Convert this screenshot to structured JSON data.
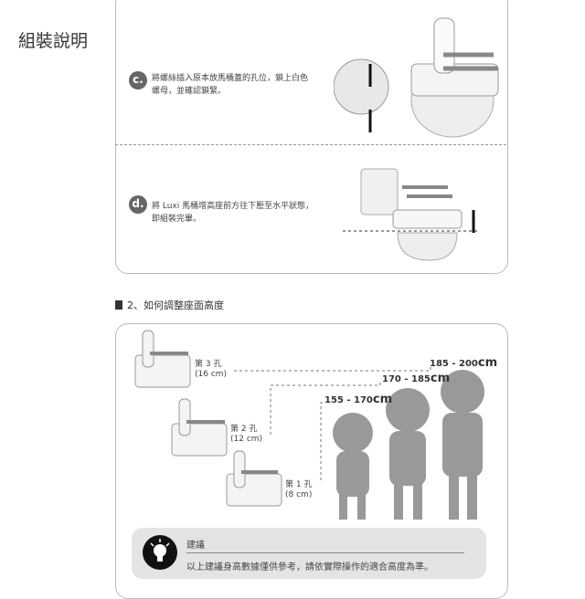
{
  "page_title": "組裝說明",
  "steps": [
    {
      "badge": "c.",
      "line1": "將螺絲插入原本放馬桶蓋的孔位，鎖上白色",
      "line2": "螺母，並確認鎖緊。"
    },
    {
      "badge": "d.",
      "line1": "將 Luxi 馬桶增高座前方往下壓至水平狀態，",
      "line2": "即組裝完畢。"
    }
  ],
  "section_title": "2、如何調整座面高度",
  "holes": [
    {
      "name": "第 3 孔",
      "height": "(16 cm)"
    },
    {
      "name": "第 2 孔",
      "height": "(12 cm)"
    },
    {
      "name": "第 1 孔",
      "height": "(8 cm)"
    }
  ],
  "ranges": [
    {
      "num": "185 - 200",
      "unit": "cm"
    },
    {
      "num": "170 - 185",
      "unit": "cm"
    },
    {
      "num": "155 - 170",
      "unit": "cm"
    }
  ],
  "tip": {
    "title": "建議",
    "text": "以上建議身高數據僅供參考，請依實際操作的適合高度為準。"
  }
}
